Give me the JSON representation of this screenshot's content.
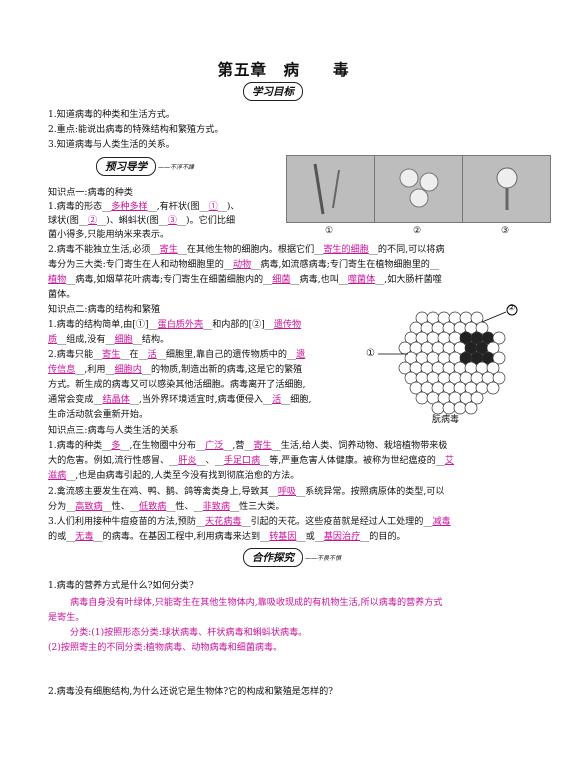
{
  "title": "第五章　病　　毒",
  "banner1": {
    "text": "学习目标"
  },
  "banner2": {
    "text": "预习导学",
    "tag": "——不浮不躁"
  },
  "banner3": {
    "text": "合作探究",
    "tag": "——不畏不惧"
  },
  "goals": [
    "1.知道病毒的种类和生活方式。",
    "2.重点:能说出病毒的特殊结构和繁殖方式。",
    "3.知道病毒与人类生活的关系。"
  ],
  "figure_labels": [
    "①",
    "②",
    "③"
  ],
  "virus": {
    "label1": "①",
    "label2": "②",
    "caption": "朊病毒"
  },
  "kp1": {
    "title": "知识点一:病毒的种类",
    "l1a": "1.病毒的形态",
    "l1b": "多种多样",
    "l1c": ",有杆状(图",
    "l1d": "①",
    "l1e": ")、",
    "l2a": "球状(图",
    "l2b": "②",
    "l2c": ")、蝌蚪状(图",
    "l2d": "③",
    "l2e": ")。它们比细",
    "l3": "菌小得多,只能用纳米来表示。",
    "p2a": "2.病毒不能独立生活,必须",
    "p2b": "寄生",
    "p2c": "在其他生物的细胞内。根据它们",
    "p2d": "寄生的细胞",
    "p2e": "的不同,可以将病",
    "p2f": "毒分为三大类:专门寄生在人和动物细胞里的",
    "p2g": "动物",
    "p2h": "病毒,如流感病毒;专门寄生在植物细胞里的",
    "p2i": "植物",
    "p2j": "病毒,如烟草花叶病毒;专门寄生在细菌细胞内的",
    "p2k": "细菌",
    "p2l": "病毒,也叫",
    "p2m": "噬菌体",
    "p2n": ",如大肠杆菌噬",
    "p2o": "菌体。"
  },
  "kp2": {
    "title": "知识点二:病毒的结构和繁殖",
    "a1": "1.病毒的结构简单,由[①]",
    "a2": "蛋白质外壳",
    "a3": "和内部的[②]",
    "a4": "遗传物",
    "b1": "质",
    "b2": "组成,没有",
    "b3": "细胞",
    "b4": "结构。",
    "c1": "2.病毒只能",
    "c2": "寄生",
    "c3": "在",
    "c4": "活",
    "c5": "细胞里,靠自己的遗传物质中的",
    "c6": "遗",
    "d1": "传信息",
    "d2": ",利用",
    "d3": "细胞内",
    "d4": "的物质,制造出新的病毒,这是它的繁殖",
    "e": "方式。新生成的病毒又可以感染其他活细胞。病毒离开了活细胞,",
    "f1": "通常会变成",
    "f2": "结晶体",
    "f3": ",当外界环境适宜时,病毒便侵入",
    "f4": "活",
    "f5": "细胞,",
    "g": "生命活动就会重新开始。"
  },
  "kp3": {
    "title": "知识点三:病毒与人类生活的关系",
    "a1": "1.病毒的种类",
    "a2": "多",
    "a3": ",在生物圈中分布",
    "a4": "广泛",
    "a5": ",营",
    "a6": "寄生",
    "a7": "生活,给人类、饲养动物、栽培植物带来极",
    "b1": "大的危害。例如,流行性感冒、",
    "b2": "肝炎",
    "b3": "、",
    "b4": "手足口病",
    "b5": "等,严重危害人体健康。被称为世纪瘟疫的",
    "b6": "艾",
    "c1": "滋病",
    "c2": ",也是由病毒引起的,人类至今没有找到彻底治愈的方法。",
    "d1": "2.禽流感主要发生在鸡、鸭、鹅、鸽等禽类身上,导致其",
    "d2": "呼吸",
    "d3": "系统异常。按照病原体的类型,可以",
    "e1": "分为",
    "e2": "高致病",
    "e3": "性、",
    "e4": "低致病",
    "e5": "性、",
    "e6": "非致病",
    "e7": "性三大类。",
    "f1": "3.人们利用接种牛痘疫苗的方法,预防",
    "f2": "天花病毒",
    "f3": "引起的天花。这些疫苗就是经过人工处理的",
    "f4": "减毒",
    "g1": "的或",
    "g2": "无毒",
    "g3": "的病毒。在基因工程中,利用病毒来达到",
    "g4": "转基因",
    "g5": "或",
    "g6": "基因治疗",
    "g7": "的目的。"
  },
  "q1": {
    "q": "1.病毒的营养方式是什么?如何分类?",
    "a1": "病毒自身没有叶绿体,只能寄生在其他生物体内,靠吸收现成的有机物生活,所以病毒的营养方式",
    "a2": "是寄生。",
    "a3": "分类:(1)按照形态分类:球状病毒、杆状病毒和蝌蚪状病毒。",
    "a4": "(2)按照寄主的不同分类:植物病毒、动物病毒和细菌病毒。"
  },
  "q2": {
    "q": "2.病毒没有细胞结构,为什么还说它是生物体?它的构成和繁殖是怎样的?"
  }
}
